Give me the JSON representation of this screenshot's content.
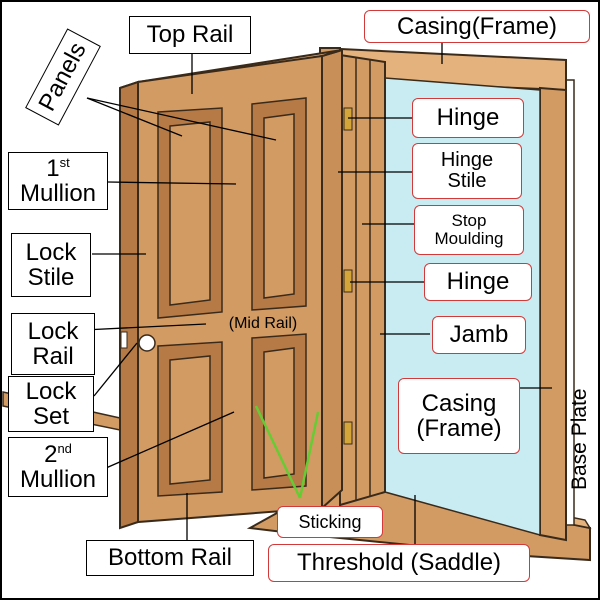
{
  "labels": {
    "top_rail": "Top Rail",
    "casing_frame_top": "Casing(Frame)",
    "panels": "Panels",
    "mullion1_num": "1",
    "mullion1_sup": "st",
    "mullion1_word": "Mullion",
    "hinge_upper": "Hinge",
    "hinge_stile_line1": "Hinge",
    "hinge_stile_line2": "Stile",
    "stop_moulding_line1": "Stop",
    "stop_moulding_line2": "Moulding",
    "lock_stile_line1": "Lock",
    "lock_stile_line2": "Stile",
    "hinge_lower": "Hinge",
    "lock_rail_line1": "Lock",
    "lock_rail_line2": "Rail",
    "mid_rail": "(Mid Rail)",
    "jamb": "Jamb",
    "lock_set_line1": "Lock",
    "lock_set_line2": "Set",
    "casing_frame_right_line1": "Casing",
    "casing_frame_right_line2": "(Frame)",
    "base_plate": "Base Plate",
    "mullion2_num": "2",
    "mullion2_sup": "nd",
    "mullion2_word": "Mullion",
    "sticking": "Sticking",
    "bottom_rail": "Bottom Rail",
    "threshold": "Threshold (Saddle)"
  },
  "colors": {
    "wood": "#d39b64",
    "wood_light": "#e4b27d",
    "wood_dark": "#b57a45",
    "outline": "#3a2a1a",
    "glass": "#c9ecf3",
    "hinge": "#d4a63a",
    "label_border_red": "#d23a3a",
    "sticking_line": "#66cc33"
  }
}
